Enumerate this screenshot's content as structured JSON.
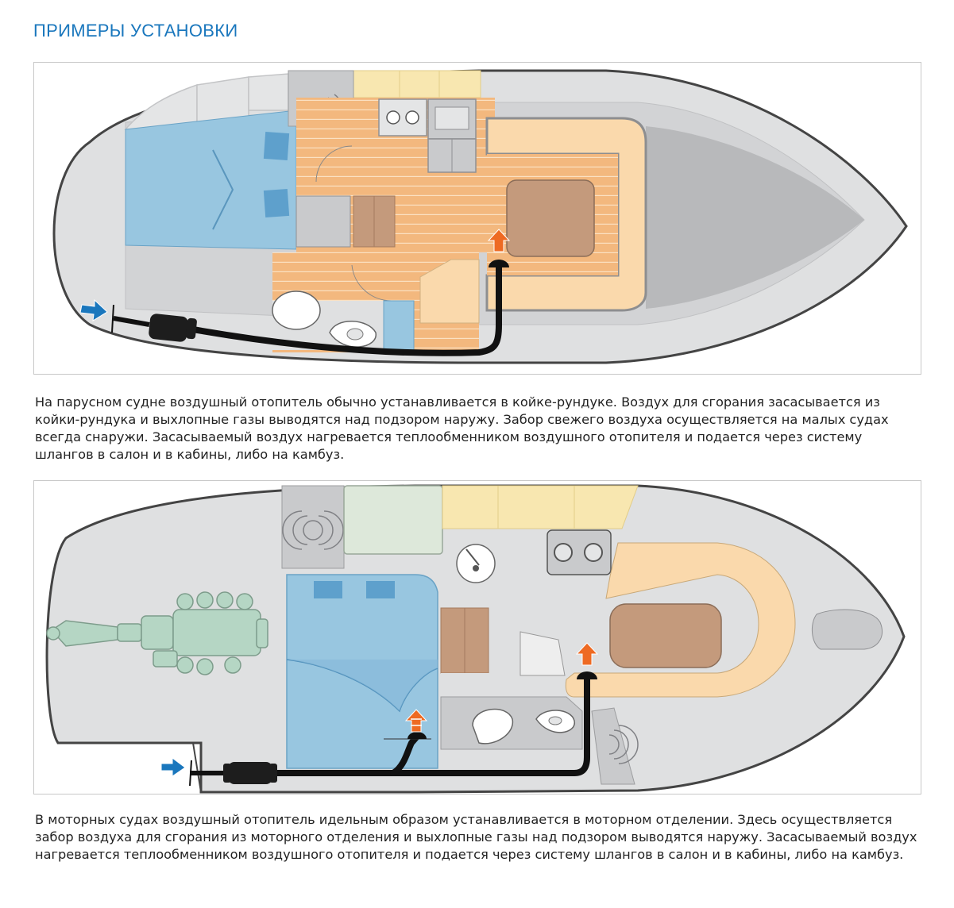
{
  "page": {
    "title": "ПРИМЕРЫ УСТАНОВКИ"
  },
  "examples": [
    {
      "vessel": "sailboat",
      "caption": "На парусном судне воздушный отопитель обычно устанавливается в койке-рундуке. Воздух для сгорания засасывается из койки-рундука и выхлопные газы выводятся над подзором наружу. Забор свежего воздуха осуществляется на малых судах всегда снаружи. Засасываемый воздух нагревается теплообменником воздушного отопителя и подается через систему шлангов в салон и в кабины, либо на камбуз."
    },
    {
      "vessel": "motorboat",
      "caption": "В моторных судах воздушный отопитель идельным образом устанавливается в моторном отделении. Здесь осуществляется забор воздуха для сгорания из моторного отделения и выхлопные газы над подзором выводятся наружу. Засасываемый воздух нагревается теплообменником воздушного отопителя и подается через систему шлангов в салон и в кабины, либо на камбуз."
    }
  ],
  "colors": {
    "accent": "#1a77bd",
    "hull": "#dfe0e1",
    "berth": "#98c6e0",
    "floor": "#f3b87e",
    "cushion": "#fad9ac",
    "table": "#c49a7c",
    "engine": "#b5d6c4",
    "hose": "#111111",
    "intake_arrow": "#1a77bd",
    "warm_air_arrow": "#ee6a23"
  }
}
